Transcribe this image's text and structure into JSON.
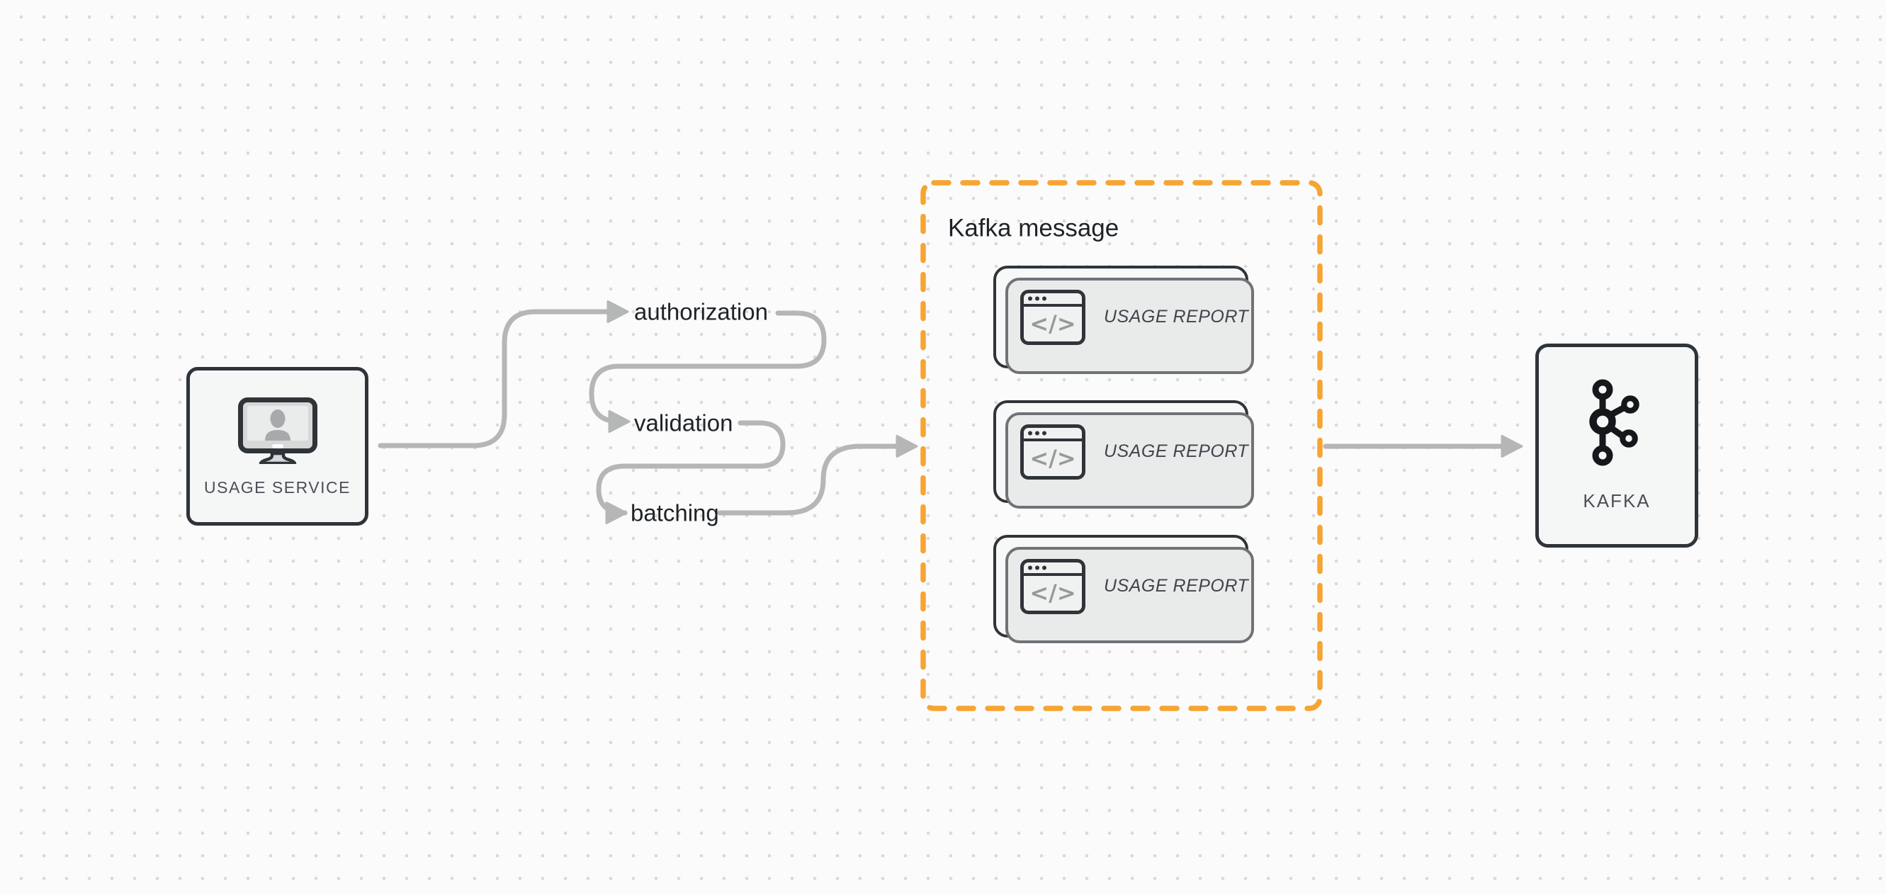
{
  "diagram": {
    "source_node": {
      "label": "USAGE SERVICE",
      "icon": "monitor-user-icon"
    },
    "pipeline_steps": [
      {
        "label": "authorization"
      },
      {
        "label": "validation"
      },
      {
        "label": "batching"
      }
    ],
    "kafka_message_group": {
      "title": "Kafka message",
      "cards": [
        {
          "label": "USAGE REPORT",
          "icon": "code-window-icon"
        },
        {
          "label": "USAGE REPORT",
          "icon": "code-window-icon"
        },
        {
          "label": "USAGE REPORT",
          "icon": "code-window-icon"
        }
      ]
    },
    "destination_node": {
      "label": "KAFKA",
      "icon": "kafka-logo-icon"
    },
    "colors": {
      "background": "#fbfbfb",
      "dot_grid": "#d9d9d9",
      "connector_gray": "#b5b6b6",
      "node_border_dark": "#2f3439",
      "node_fill": "#f5f6f6",
      "accent_orange": "#f7a432",
      "label_text": "#1f2327",
      "muted_text": "#4b5056"
    }
  }
}
